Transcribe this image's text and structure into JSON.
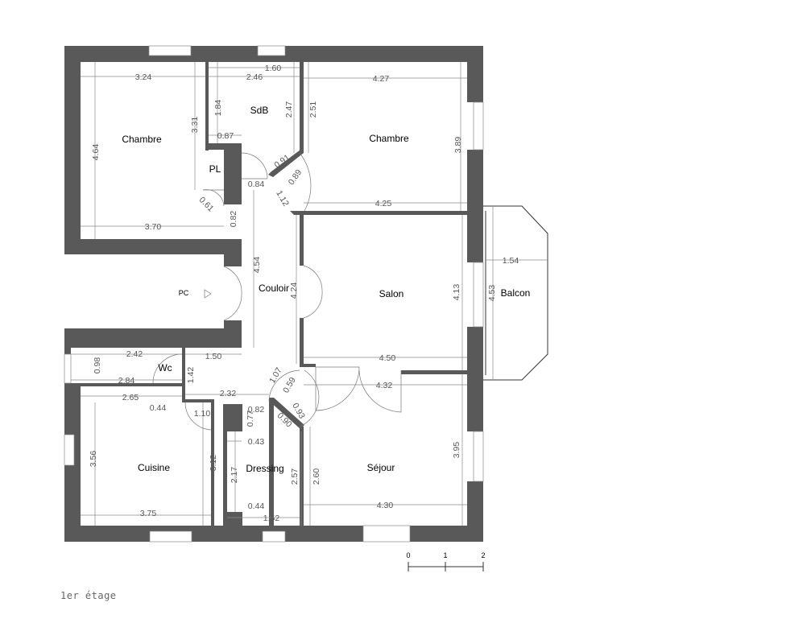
{
  "rooms": {
    "chambre_left": "Chambre",
    "sdb": "SdB",
    "pl": "PL",
    "chambre_right": "Chambre",
    "pc": "PC",
    "couloir": "Couloir",
    "salon": "Salon",
    "balcon": "Balcon",
    "wc": "Wc",
    "cuisine": "Cuisine",
    "dressing": "Dressing",
    "sejour": "Séjour"
  },
  "dimensions": {
    "ch1_w_top": "3.24",
    "ch1_h": "4.64",
    "ch1_h_inner": "3.31",
    "ch1_w_bottom": "3.70",
    "pl_diag": "0.61",
    "pl_h": "0.82",
    "sdb_w_top": "1.60",
    "sdb_w": "2.46",
    "sdb_h_left": "1.84",
    "sdb_h_right": "2.47",
    "sdb_small": "0.87",
    "sdb_diag": "0.91",
    "pl_door": "0.84",
    "cor_diag1": "1.12",
    "cor_diag2": "0.89",
    "ch2_w_top": "4.27",
    "ch2_h_left": "2.51",
    "ch2_h": "3.89",
    "ch2_w_bottom": "4.25",
    "couloir_h": "4.54",
    "salon_h_left": "4.24",
    "salon_h": "4.13",
    "salon_w": "4.50",
    "balcon_w": "1.54",
    "balcon_h": "4.53",
    "wc_w_top": "2.42",
    "wc_h": "0.98",
    "wc_door": "1.50",
    "wc_w": "2.84",
    "wc_h2": "1.42",
    "cor_w": "2.32",
    "cor_diag3": "1.07",
    "cor_diag4": "0.59",
    "cor_diag5": "0.93",
    "cor_diag6": "0.90",
    "sej_w_top": "4.32",
    "cui_w_top": "2.65",
    "cui_small": "0.44",
    "cui_door": "1.10",
    "dr_small1": "0.82",
    "dr_small2": "0.77",
    "dr_small3": "0.43",
    "cui_h": "3.56",
    "cui_h_right": "3.12",
    "dr_h": "2.17",
    "dr_h_right": "2.57",
    "sej_h_left": "2.60",
    "sej_h": "3.95",
    "dr_small4": "0.44",
    "cui_w_bottom": "3.75",
    "dr_w_bottom": "1.52",
    "sej_w_bottom": "4.30"
  },
  "scale": {
    "t0": "0",
    "t1": "1",
    "t2": "2"
  },
  "floor_label": "1er étage",
  "colors": {
    "wall": "#595959",
    "dimension": "#8a8a8a",
    "background": "#ffffff"
  }
}
